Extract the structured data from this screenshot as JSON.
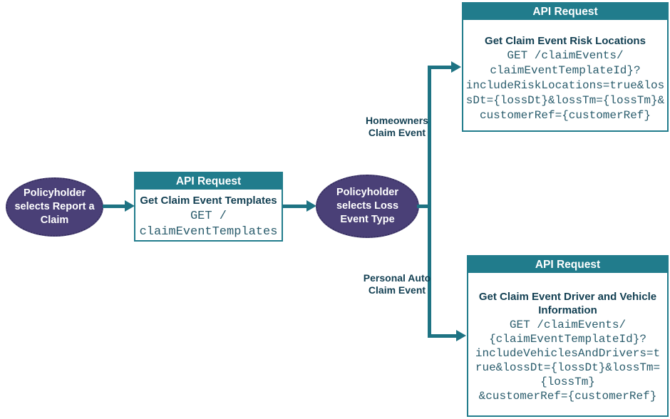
{
  "colors": {
    "teal_accent": "#217C8C",
    "arrow_teal": "#1E7383",
    "ellipse_purple": "#4A4077",
    "title_text": "#123F52",
    "code_text": "#2A5C6C"
  },
  "nodes": {
    "start": {
      "label_lines": [
        "Policyholder",
        "selects Report a",
        "Claim"
      ]
    },
    "templates_request": {
      "header": "API Request",
      "title": "Get Claim Event Templates",
      "code_lines": [
        "GET /",
        "claimEventTemplates"
      ]
    },
    "loss_type": {
      "label_lines": [
        "Policyholder",
        "selects Loss",
        "Event Type"
      ]
    },
    "risk_locations_request": {
      "header": "API Request",
      "title": "Get Claim Event Risk Locations",
      "code_lines": [
        "GET /claimEvents/",
        "claimEventTemplateId}?",
        "includeRiskLocations=true&los",
        "sDt={lossDt}&lossTm={lossTm}&",
        "customerRef={customerRef}"
      ]
    },
    "driver_vehicle_request": {
      "header": "API Request",
      "title_lines": [
        "Get Claim Event Driver and Vehicle",
        "Information"
      ],
      "code_lines": [
        "GET /claimEvents/",
        "{claimEventTemplateId}?",
        "includeVehiclesAndDrivers=t",
        "rue&lossDt={lossDt}&lossTm=",
        "{lossTm}",
        "&customerRef={customerRef}"
      ]
    }
  },
  "edge_labels": {
    "homeowners": [
      "Homeowners",
      "Claim Event"
    ],
    "personal_auto": [
      "Personal Auto",
      "Claim Event"
    ]
  }
}
